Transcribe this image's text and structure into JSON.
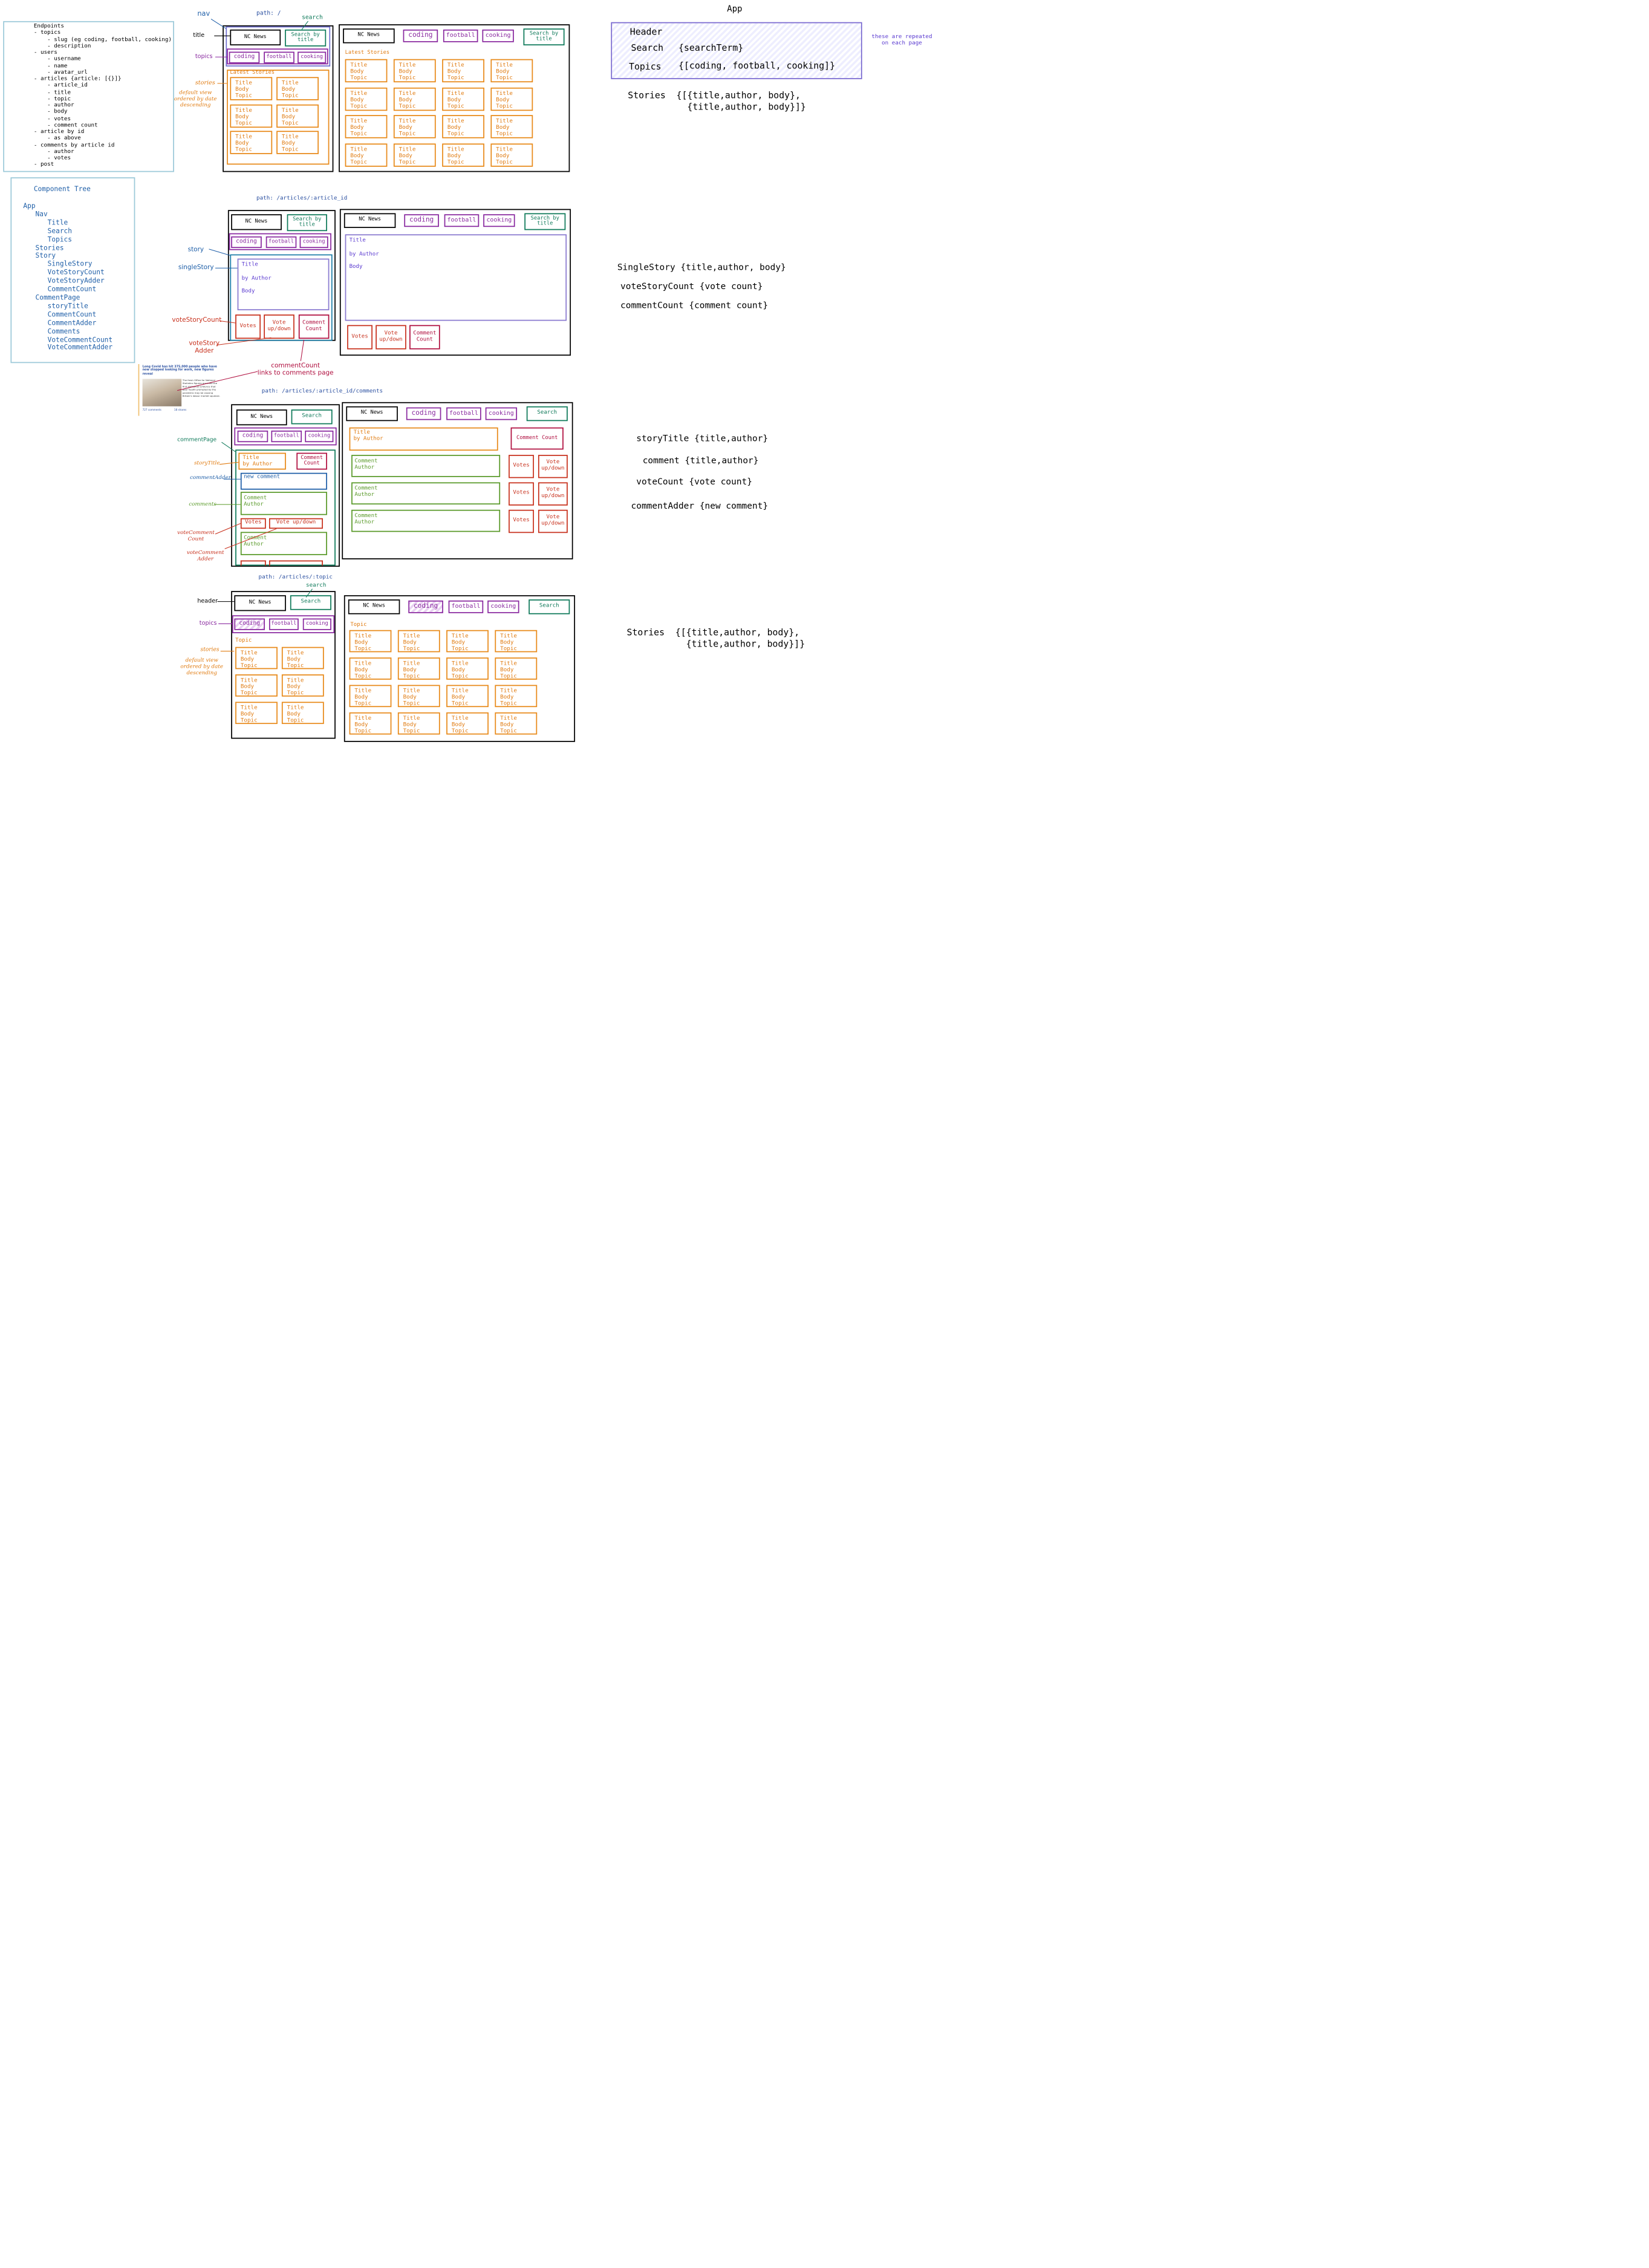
{
  "colors": {
    "black": "#000000",
    "blue_label": "#1f5fa8",
    "navy_text": "#2a4fa0",
    "teal": "#0f7a5a",
    "purple": "#8a2aa0",
    "orange": "#e07b10",
    "violet": "#5a3ad0",
    "red": "#c8321e",
    "crimson": "#b01040",
    "green": "#5a9a2a",
    "panel_border": "#9cc9d9"
  },
  "endpoints": {
    "lines": [
      "Endpoints",
      "- topics",
      "    - slug (eg coding, football, cooking)",
      "    - description",
      "- users",
      "    - username",
      "    - name",
      "    - avatar_url",
      "- articles {article: [{}]}",
      "    - article_id",
      "    - title",
      "    - topic",
      "    - author",
      "    - body",
      "    - votes",
      "    - comment count",
      "- article by id",
      "    - as above",
      "- comments by article id",
      "    - author",
      "    - votes",
      "- post"
    ]
  },
  "component_tree": {
    "title": "Component Tree",
    "lines": [
      "App",
      "   Nav",
      "      Title",
      "      Search",
      "      Topics",
      "   Stories",
      "   Story",
      "      SingleStory",
      "      VoteStoryCount",
      "      VoteStoryAdder",
      "      CommentCount",
      "   CommentPage",
      "      storyTitle",
      "      CommentCount",
      "      CommentAdder",
      "      Comments",
      "      VoteCommentCount",
      "      VoteCommentAdder"
    ]
  },
  "common": {
    "nc_news": "NC News",
    "search_by_title": "Search by\ntitle",
    "search": "Search",
    "topics": [
      "coding",
      "football",
      "cooking"
    ],
    "card": "Title\nBody\nTopic"
  },
  "paths": {
    "home": "path: /",
    "article": "path: /articles/:article_id",
    "comments": "path: /articles/:article_id/comments",
    "topic": "path: /articles/:topic"
  },
  "home": {
    "label_nav": "nav",
    "label_search": "search",
    "label_title": "title",
    "label_topics": "topics",
    "label_stories": "stories",
    "label_default_view": "default view\nordered by date\ndescending",
    "latest_stories": "Latest Stories"
  },
  "article": {
    "label_story": "story",
    "label_single_story": "singleStory",
    "label_vote_story_count": "voteStoryCount",
    "label_vote_story_adder": "voteStory\nAdder",
    "label_comment_count": "commentCount\nlinks to comments page",
    "story_text": "Title\n\nby Author\n\nBody",
    "votes": "Votes",
    "vote_updown": "Vote\nup/down",
    "comment_count": "Comment\nCount"
  },
  "news_snippet": {
    "headline": "Long Covid has hit 375,000 people who have now stopped looking for work, new figures reveal",
    "body": "The fresh Office for National Statistics figures provided the first statistical evidence that poor health prompted by the pandemic may be causing Britain's labour market squeeze.",
    "comments": "727 comments",
    "shares": "18 shares"
  },
  "comments_page": {
    "label_comment_page": "commentPage",
    "label_story_title": "storyTitle",
    "label_comment_adder": "commentAdder",
    "label_comments": "comments",
    "label_vote_comment_count": "voteComment\nCount",
    "label_vote_comment_adder": "voteComment\nAdder",
    "story_title": "Title\nby Author",
    "comment_count": "Comment\nCount",
    "comment_count_wide": "Comment Count",
    "new_comment": "new comment",
    "comment": "Comment\nAuthor",
    "votes": "Votes",
    "vote_updown_inline": "Vote up/down",
    "vote_updown": "Vote\nup/down"
  },
  "topic_page": {
    "label_search": "search",
    "label_header": "header",
    "label_topics": "topics",
    "label_stories": "stories",
    "label_default_view": "default view\nordered by date\ndescending",
    "topic": "Topic"
  },
  "app_state": {
    "title": "App",
    "rows": [
      {
        "key": "Header",
        "value": ""
      },
      {
        "key": "Search",
        "value": "{searchTerm}"
      },
      {
        "key": "Topics",
        "value": "{[coding, football, cooking]}"
      }
    ],
    "repeated_note": "these are repeated\non each page",
    "stories_key": "Stories",
    "stories_value": "{[{title,author, body},\n  {title,author, body}]}"
  },
  "article_state": {
    "single_story": "SingleStory {title,author, body}",
    "vote_story_count": "voteStoryCount {vote count}",
    "comment_count": "commentCount {comment count}"
  },
  "comments_state": {
    "story_title": "storyTitle {title,author}",
    "comment": "comment {title,author}",
    "vote_count": "voteCount {vote count}",
    "comment_adder": "commentAdder {new comment}"
  },
  "topic_state": {
    "stories_key": "Stories",
    "stories_value": "{[{title,author, body},\n  {title,author, body}]}"
  }
}
